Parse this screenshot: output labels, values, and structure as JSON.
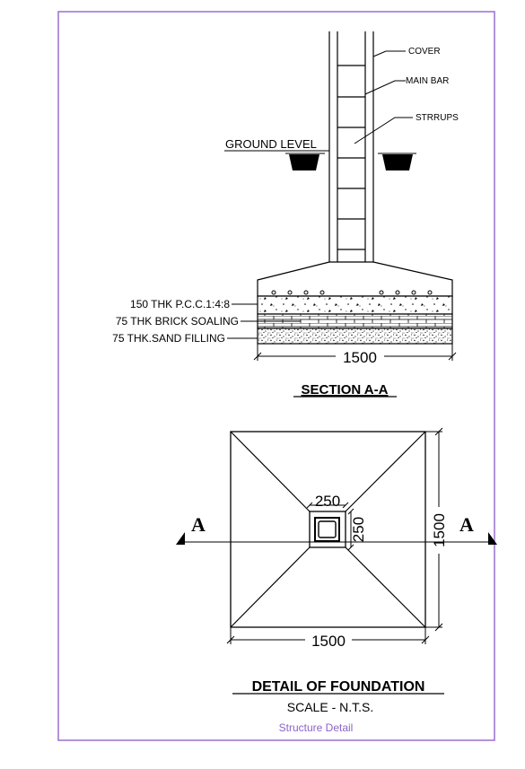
{
  "section": {
    "labels": {
      "cover": "COVER",
      "main_bar": "MAIN BAR",
      "stirrups": "STRRUPS",
      "ground_level": "GROUND LEVEL",
      "pcc": "150 THK P.C.C.1:4:8",
      "brick": "75 THK BRICK SOALING",
      "sand": "75 THK.SAND FILLING"
    },
    "width_dim": "1500",
    "title": "SECTION A-A"
  },
  "plan": {
    "column_width_dim": "250",
    "column_depth_dim": "250",
    "footing_width_dim": "1500",
    "footing_depth_dim": "1500",
    "section_mark": "A"
  },
  "title": "DETAIL OF FOUNDATION",
  "scale": "SCALE - N.T.S.",
  "caption": "Structure Detail",
  "colors": {
    "frame": "#9b6fd0",
    "caption": "#8a63c8",
    "line": "#000000"
  }
}
